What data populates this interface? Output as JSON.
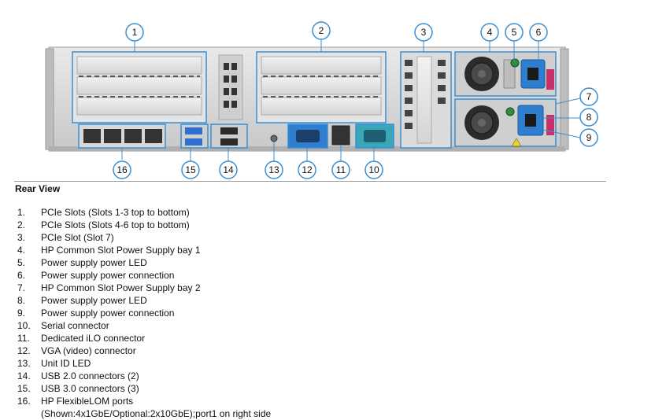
{
  "callouts": [
    "1",
    "2",
    "3",
    "4",
    "5",
    "6",
    "7",
    "8",
    "9",
    "10",
    "11",
    "12",
    "13",
    "14",
    "15",
    "16"
  ],
  "section_title": "Rear View",
  "legend": [
    {
      "num": "1.",
      "text": "PCIe Slots (Slots 1-3 top to bottom)"
    },
    {
      "num": "2.",
      "text": "PCIe Slots (Slots 4-6 top to bottom)"
    },
    {
      "num": "3.",
      "text": "PCIe Slot  (Slot 7)"
    },
    {
      "num": "4.",
      "text": "HP Common Slot Power Supply bay 1"
    },
    {
      "num": "5.",
      "text": "Power supply power LED"
    },
    {
      "num": "6.",
      "text": "Power supply power connection"
    },
    {
      "num": "7.",
      "text": "HP Common Slot Power Supply bay 2"
    },
    {
      "num": "8.",
      "text": "Power supply power LED"
    },
    {
      "num": "9.",
      "text": "Power supply power connection"
    },
    {
      "num": "10.",
      "text": "Serial connector"
    },
    {
      "num": "11.",
      "text": "Dedicated iLO connector"
    },
    {
      "num": "12.",
      "text": "VGA (video) connector"
    },
    {
      "num": "13.",
      "text": "Unit ID LED"
    },
    {
      "num": "14.",
      "text": "USB 2.0 connectors (2)"
    },
    {
      "num": "15.",
      "text": "USB 3.0 connectors (3)"
    },
    {
      "num": "16.",
      "text": "HP FlexibleLOM ports",
      "text2": "(Shown:4x1GbE/Optional:2x10GbE);port1 on right side"
    }
  ],
  "colors": {
    "callout_blue": "#3a8fd3",
    "chassis": "#d9d9d9",
    "chassis_dark": "#8c8c8c"
  }
}
